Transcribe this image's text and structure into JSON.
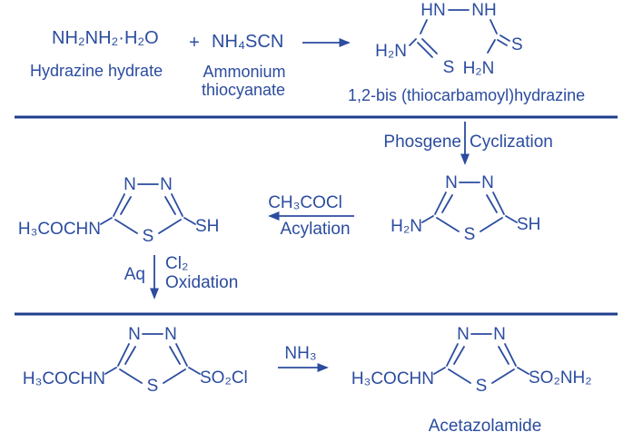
{
  "colors": {
    "ink": "#2b4c9f",
    "divider": "#1e3d8c",
    "background": "#ffffff"
  },
  "step1": {
    "reactant1": {
      "formula": "NH₂NH₂·H₂O",
      "name": "Hydrazine hydrate"
    },
    "plus": "+",
    "reactant2": {
      "formula": "NH₄SCN",
      "name_line1": "Ammonium",
      "name_line2": "thiocyanate"
    },
    "product": {
      "name": "1,2-bis (thiocarbamoyl)hydrazine",
      "atoms": {
        "hn": "HN",
        "nh": "NH",
        "h2n_left": "H₂N",
        "s_left": "S",
        "s_right": "S",
        "h2n_right": "H₂N"
      }
    }
  },
  "step2": {
    "reagent": "Phosgene",
    "process": "Cyclization"
  },
  "step3": {
    "reagent": "CH₃COCl",
    "process": "Acylation"
  },
  "step4": {
    "solvent": "Aq",
    "reagent": "Cl₂",
    "process": "Oxidation"
  },
  "step5": {
    "reagent": "NH₃"
  },
  "rings": {
    "amino_thiol": {
      "n1": "N",
      "n2": "N",
      "s": "S",
      "left": "H₂N",
      "right": "SH"
    },
    "acetyl_thiol": {
      "n1": "N",
      "n2": "N",
      "s": "S",
      "left": "H₃COCHN",
      "right": "SH"
    },
    "sulfonyl_chloride": {
      "n1": "N",
      "n2": "N",
      "s": "S",
      "left": "H₃COCHN",
      "right": "SO₂Cl"
    },
    "acetazolamide": {
      "n1": "N",
      "n2": "N",
      "s": "S",
      "left": "H₃COCHN",
      "right": "SO₂NH₂"
    }
  },
  "final_product_name": "Acetazolamide"
}
